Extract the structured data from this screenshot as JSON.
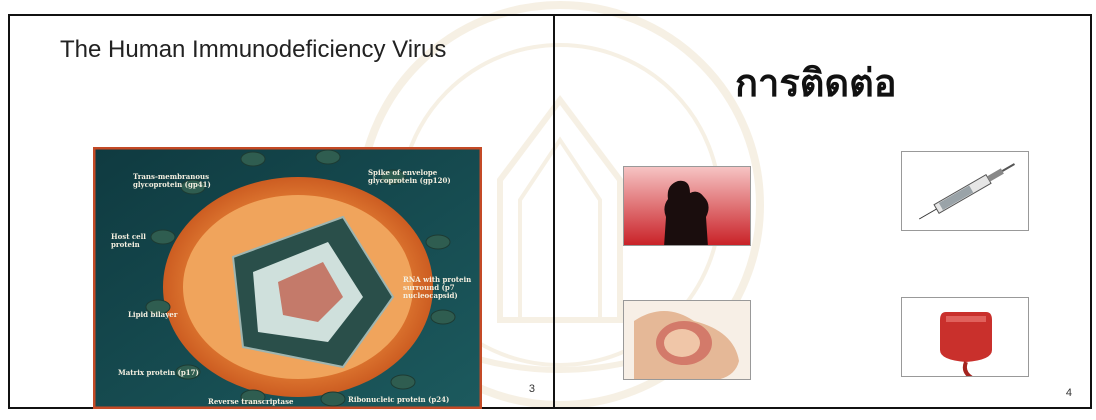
{
  "slides": [
    {
      "title": "The Human Immunodeficiency Virus",
      "page_number": "3"
    },
    {
      "title": "การติดต่อ",
      "page_number": "4"
    }
  ],
  "virus_labels": {
    "trans_membranous": [
      "Trans-membranous",
      "glycoprotein (gp41)"
    ],
    "spike": [
      "Spike of envelope",
      "glycoprotein (gp120)"
    ],
    "host_cell": [
      "Host cell",
      "protein"
    ],
    "rna": [
      "RNA with protein",
      "surround (p7",
      "nucleocapsid)"
    ],
    "lipid_bilayer": "Lipid bilayer",
    "matrix": "Matrix protein (p17)",
    "reverse": "Reverse transcriptase",
    "ribonucleic": "Ribonucleic protein (p24)"
  }
}
